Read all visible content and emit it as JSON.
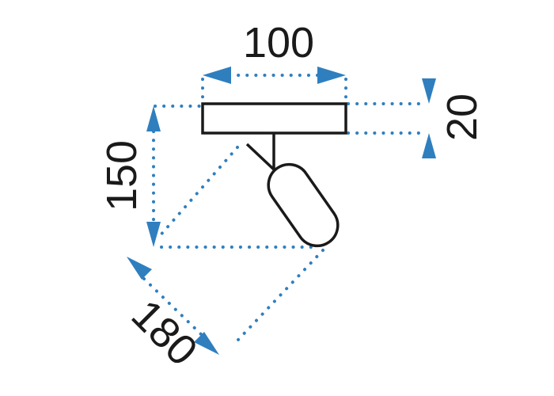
{
  "dimensions": {
    "width": "100",
    "height_base": "20",
    "drop": "150",
    "reach": "180"
  },
  "colors": {
    "dimension_lines": "#2f7fbf",
    "outline": "#1a1a1a",
    "background": "#ffffff"
  }
}
